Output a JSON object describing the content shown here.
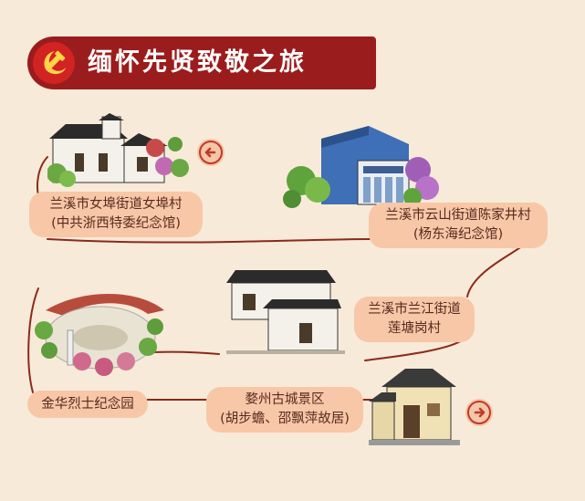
{
  "title": "缅怀先贤致敬之旅",
  "colors": {
    "background": "#f8ead8",
    "banner": "#9b1c1c",
    "label_fill": "#f7c7a8",
    "route_line": "#8a2a1c",
    "arrow": "#c0392b"
  },
  "icons": {
    "emblem": "hammer-and-sickle-icon",
    "start": "arrow-left-icon",
    "end": "arrow-right-icon"
  },
  "stops": [
    {
      "line1": "兰溪市女埠街道女埠村",
      "line2": "(中共浙西特委纪念馆)"
    },
    {
      "line1": "兰溪市云山街道陈家井村",
      "line2": "(杨东海纪念馆)"
    },
    {
      "line1": "兰溪市兰江街道",
      "line2": "莲塘岗村"
    },
    {
      "line1": "金华烈士纪念园",
      "line2": ""
    },
    {
      "line1": "婺州古城景区",
      "line2": "(胡步蟾、邵飘萍故居)"
    }
  ]
}
